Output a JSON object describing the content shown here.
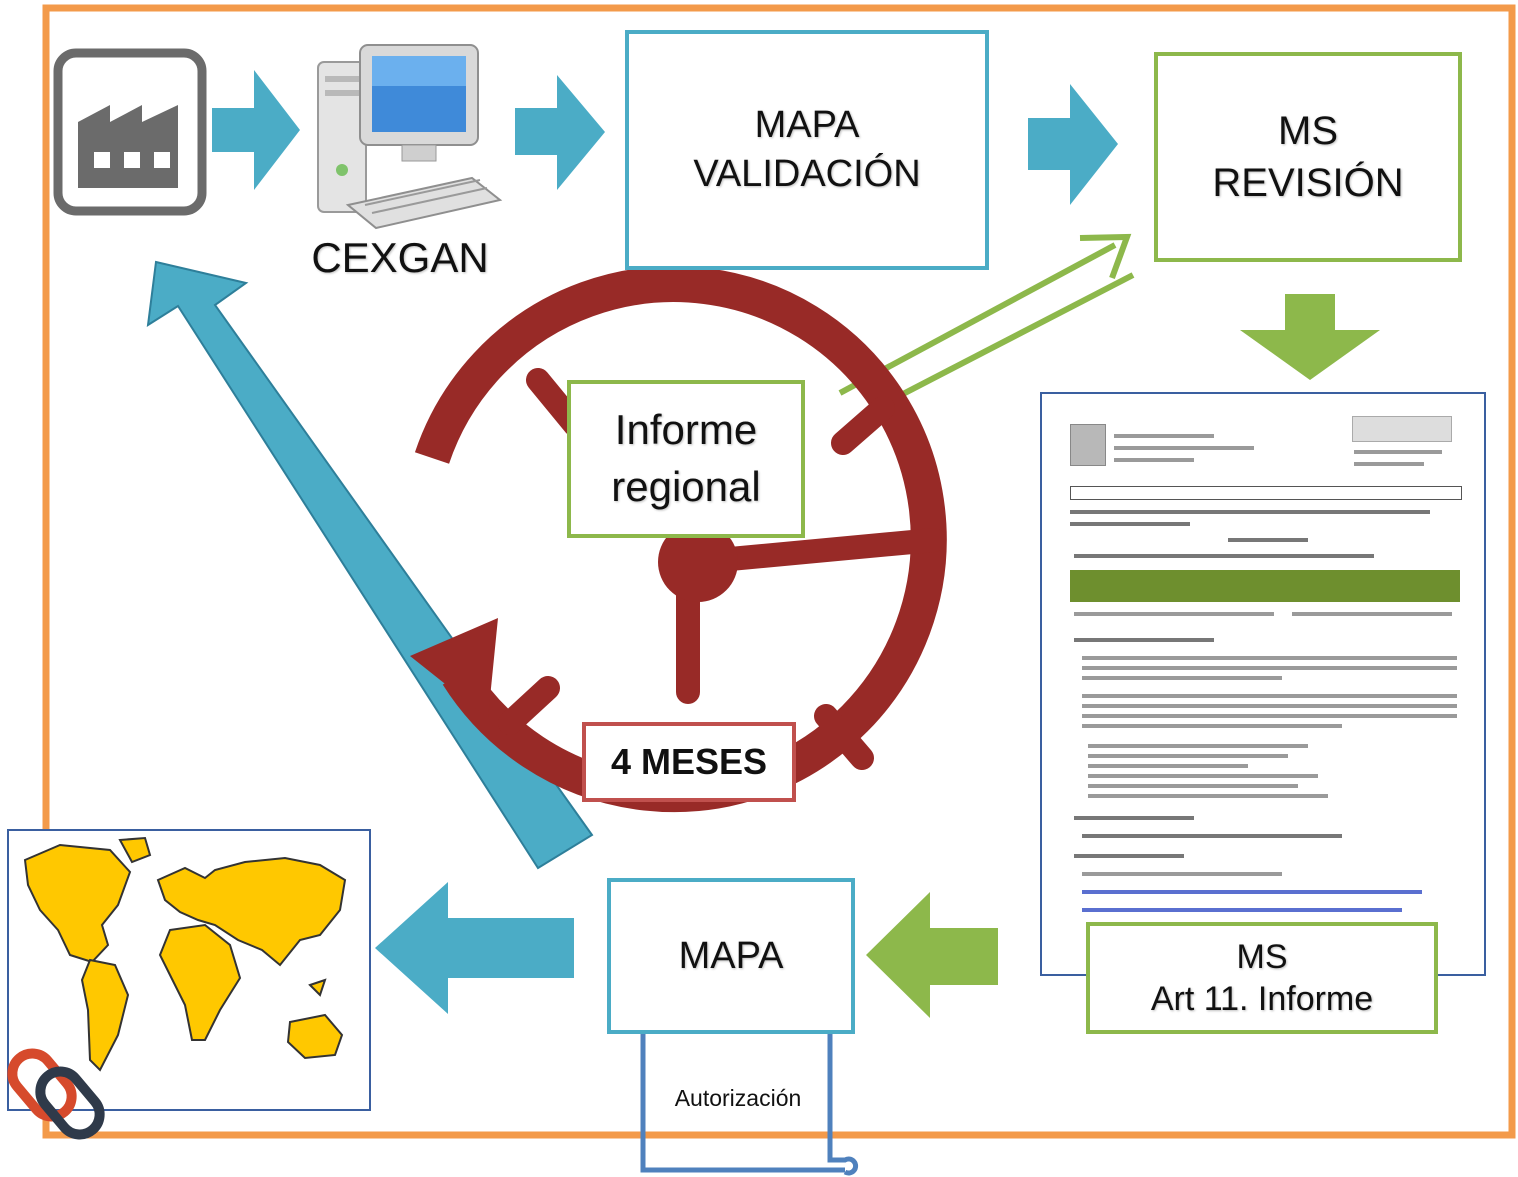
{
  "nodes": {
    "cexgan": "CEXGAN",
    "mapa_validacion": [
      "MAPA",
      "VALIDACIÓN"
    ],
    "ms_revision": [
      "MS",
      "REVISIÓN"
    ],
    "informe_regional": [
      "Informe",
      "regional"
    ],
    "cuatro_meses": "4 MESES",
    "mapa": "MAPA",
    "ms_informe": [
      "MS",
      "Art 11. Informe"
    ],
    "autorizacion": "Autorización"
  },
  "icons": [
    "factory-icon",
    "computer-icon",
    "clock-icon",
    "world-map-icon",
    "chain-link-icon",
    "scroll-icon",
    "document-thumbnail"
  ],
  "colors": {
    "frame": "#f39a4a",
    "blue_arrow": "#4bacc6",
    "green_arrow": "#8db84b",
    "clock": "#982a27",
    "map_land": "#ffc800"
  }
}
